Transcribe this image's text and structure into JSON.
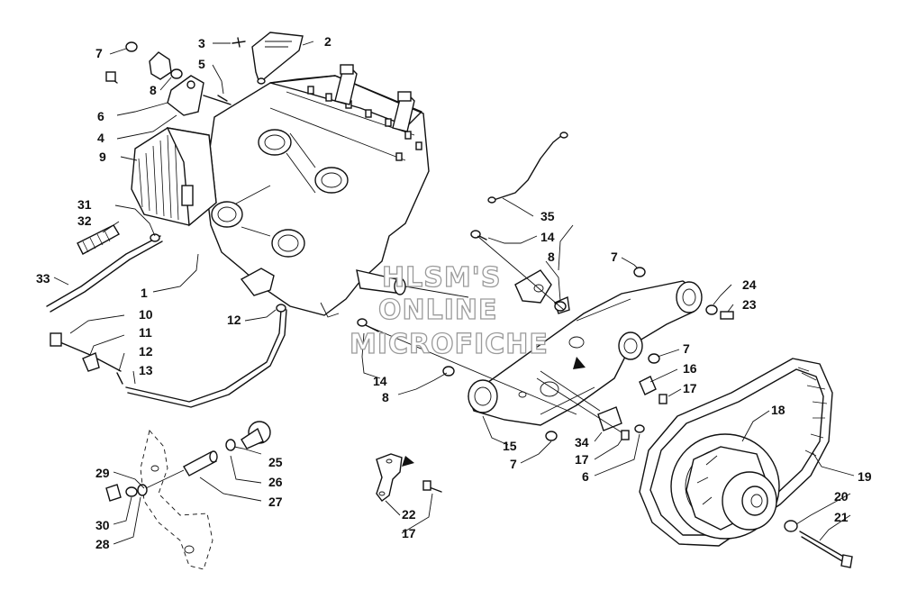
{
  "watermark": {
    "line1": "HLSM'S",
    "line2": "ONLINE",
    "line3": "MICROFICHE"
  },
  "callouts": [
    {
      "id": "c2",
      "text": "2"
    },
    {
      "id": "c3",
      "text": "3"
    },
    {
      "id": "c5",
      "text": "5"
    },
    {
      "id": "c7a",
      "text": "7"
    },
    {
      "id": "c8a",
      "text": "8"
    },
    {
      "id": "c6a",
      "text": "6"
    },
    {
      "id": "c4",
      "text": "4"
    },
    {
      "id": "c9",
      "text": "9"
    },
    {
      "id": "c31",
      "text": "31"
    },
    {
      "id": "c32",
      "text": "32"
    },
    {
      "id": "c33",
      "text": "33"
    },
    {
      "id": "c1",
      "text": "1"
    },
    {
      "id": "c10",
      "text": "10"
    },
    {
      "id": "c11",
      "text": "11"
    },
    {
      "id": "c12a",
      "text": "12"
    },
    {
      "id": "c13",
      "text": "13"
    },
    {
      "id": "c12b",
      "text": "12"
    },
    {
      "id": "c35",
      "text": "35"
    },
    {
      "id": "c14a",
      "text": "14"
    },
    {
      "id": "c8b",
      "text": "8"
    },
    {
      "id": "c7b",
      "text": "7"
    },
    {
      "id": "c24",
      "text": "24"
    },
    {
      "id": "c23",
      "text": "23"
    },
    {
      "id": "c7c",
      "text": "7"
    },
    {
      "id": "c16",
      "text": "16"
    },
    {
      "id": "c17a",
      "text": "17"
    },
    {
      "id": "c14b",
      "text": "14"
    },
    {
      "id": "c8c",
      "text": "8"
    },
    {
      "id": "c18",
      "text": "18"
    },
    {
      "id": "c19",
      "text": "19"
    },
    {
      "id": "c15",
      "text": "15"
    },
    {
      "id": "c7d",
      "text": "7"
    },
    {
      "id": "c34",
      "text": "34"
    },
    {
      "id": "c17b",
      "text": "17"
    },
    {
      "id": "c6b",
      "text": "6"
    },
    {
      "id": "c20",
      "text": "20"
    },
    {
      "id": "c21",
      "text": "21"
    },
    {
      "id": "c22",
      "text": "22"
    },
    {
      "id": "c17c",
      "text": "17"
    },
    {
      "id": "c25",
      "text": "25"
    },
    {
      "id": "c26",
      "text": "26"
    },
    {
      "id": "c27",
      "text": "27"
    },
    {
      "id": "c29",
      "text": "29"
    },
    {
      "id": "c30",
      "text": "30"
    },
    {
      "id": "c28",
      "text": "28"
    }
  ]
}
